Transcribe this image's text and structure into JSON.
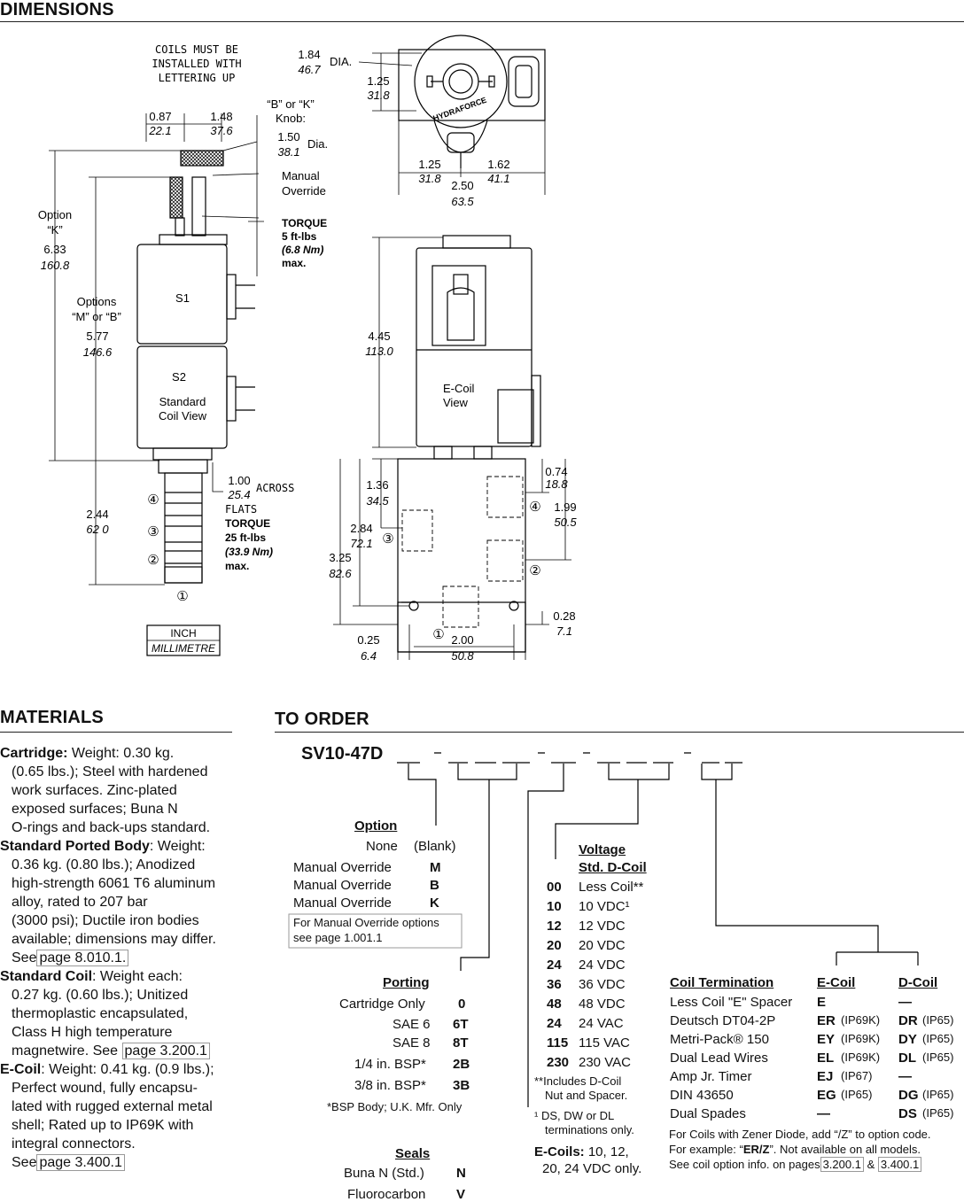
{
  "dimensions": {
    "heading": "DIMENSIONS",
    "coil_note": [
      "COILS MUST BE",
      "INSTALLED WITH",
      "LETTERING UP"
    ],
    "knob_label": [
      "“B” or “K”",
      "Knob:"
    ],
    "dim_087": "0.87",
    "dim_221": "22.1",
    "dim_148": "1.48",
    "dim_376": "37.6",
    "dim_150": "1.50",
    "dim_381": "38.1",
    "dia": "Dia.",
    "manual_override": [
      "Manual",
      "Override"
    ],
    "torque1": [
      "TORQUE",
      "5 ft-lbs",
      "(6.8 Nm)",
      "max."
    ],
    "option_k": [
      "Option",
      "“K”"
    ],
    "dim_633": "6.33",
    "dim_1608": "160.8",
    "options_mb": [
      "Options",
      "“M” or “B”"
    ],
    "dim_577": "5.77",
    "dim_1466": "146.6",
    "s1": "S1",
    "s2": "S2",
    "std_coil": [
      "Standard",
      "Coil View"
    ],
    "dim_100": "1.00",
    "dim_254": "25.4",
    "across": "ACROSS",
    "flats": "FLATS",
    "torque2": [
      "TORQUE",
      "25 ft-lbs",
      "(33.9 Nm)",
      "max."
    ],
    "dim_244": "2.44",
    "dim_620": "62 0",
    "port_4": "④",
    "port_3": "③",
    "port_2": "②",
    "port_1": "①",
    "units": [
      "INCH",
      "MILLIMETRE"
    ],
    "dim_184": "1.84",
    "dim_467": "46.7",
    "dia2": "DIA.",
    "dim_125a": "1.25",
    "dim_318a": "31.8",
    "hydraforce": "HYDRAFORCE",
    "dim_125b": "1.25",
    "dim_318b": "31.8",
    "dim_162": "1.62",
    "dim_411": "41.1",
    "dim_250": "2.50",
    "dim_635": "63.5",
    "dim_445": "4.45",
    "dim_1130": "113.0",
    "ecoil_view": [
      "E-Coil",
      "View"
    ],
    "dim_136": "1.36",
    "dim_345": "34.5",
    "dim_284": "2.84",
    "dim_721": "72.1",
    "dim_325": "3.25",
    "dim_826": "82.6",
    "dim_074": "0.74",
    "dim_188": "18.8",
    "dim_199": "1.99",
    "dim_505": "50.5",
    "dim_028": "0.28",
    "dim_71": "7.1",
    "dim_025": "0.25",
    "dim_64": "6.4",
    "dim_200": "2.00",
    "dim_508": "50.8"
  },
  "materials": {
    "heading": "MATERIALS",
    "cartridge_label": "Cartridge:",
    "cartridge_text1": " Weight: 0.30 kg.",
    "cartridge_lines": [
      "(0.65 lbs.); Steel with hardened",
      "work surfaces. Zinc-plated",
      "exposed surfaces; Buna N",
      "O-rings and back-ups standard."
    ],
    "body_label": "Standard Ported Body",
    "body_text1": ": Weight:",
    "body_lines": [
      "0.36 kg. (0.80 lbs.); Anodized",
      "high-strength 6061 T6 aluminum",
      "alloy, rated to 207 bar",
      "(3000 psi); Ductile iron bodies",
      "available; dimensions may differ."
    ],
    "see": "See",
    "body_page": "page 8.010.1.",
    "coil_label": "Standard Coil",
    "coil_text1": ": Weight each:",
    "coil_lines": [
      "0.27 kg. (0.60 lbs.); Unitized",
      "thermoplastic encapsulated,",
      "Class H high temperature"
    ],
    "coil_last": "magnetwire. See",
    "coil_page": "page 3.200.1",
    "ecoil_label": "E-Coil",
    "ecoil_text1": ": Weight: 0.41 kg. (0.9 lbs.);",
    "ecoil_lines": [
      "Perfect wound, fully encapsu-",
      "lated with rugged external metal",
      "shell; Rated up to IP69K with",
      "integral connectors."
    ],
    "ecoil_page": "page 3.400.1"
  },
  "order": {
    "heading": "TO ORDER",
    "model": "SV10-47D",
    "option_title": "Option",
    "option_rows": [
      [
        "None",
        "(Blank)"
      ],
      [
        "Manual Override",
        "M"
      ],
      [
        "Manual Override",
        "B"
      ],
      [
        "Manual Override",
        "K"
      ]
    ],
    "option_note": [
      "For Manual Override options",
      "see page 1.001.1"
    ],
    "porting_title": "Porting",
    "porting_rows": [
      [
        "Cartridge Only",
        "0"
      ],
      [
        "SAE 6",
        "6T"
      ],
      [
        "SAE 8",
        "8T"
      ],
      [
        "1/4 in. BSP*",
        "2B"
      ],
      [
        "3/8 in. BSP*",
        "3B"
      ]
    ],
    "porting_note": "*BSP Body; U.K. Mfr. Only",
    "seals_title": "Seals",
    "seals_rows": [
      [
        "Buna N (Std.)",
        "N"
      ],
      [
        "Fluorocarbon",
        "V"
      ]
    ],
    "voltage_title": [
      "Voltage",
      "Std. D-Coil"
    ],
    "voltage_rows": [
      [
        "00",
        "Less Coil**"
      ],
      [
        "10",
        "10 VDC¹"
      ],
      [
        "12",
        "12 VDC"
      ],
      [
        "20",
        "20 VDC"
      ],
      [
        "24",
        "24 VDC"
      ],
      [
        "36",
        "36 VDC"
      ],
      [
        "48",
        "48 VDC"
      ],
      [
        "24",
        "24 VAC"
      ],
      [
        "115",
        "115 VAC"
      ],
      [
        "230",
        "230 VAC"
      ]
    ],
    "voltage_note1": [
      "**Includes D-Coil",
      "Nut and Spacer."
    ],
    "voltage_note2": [
      "¹ DS, DW or DL",
      "terminations only."
    ],
    "ecoils_label": "E-Coils:",
    "ecoils_text": [
      " 10, 12,",
      "20, 24 VDC only."
    ],
    "term_title": "Coil Termination",
    "ecoil_col": "E-Coil",
    "dcoil_col": "D-Coil",
    "term_rows": [
      [
        "Less Coil \"E\" Spacer",
        "E",
        "",
        "—",
        ""
      ],
      [
        "Deutsch DT04-2P",
        "ER",
        "(IP69K)",
        "DR",
        "(IP65)"
      ],
      [
        "Metri-Pack® 150",
        "EY",
        "(IP69K)",
        "DY",
        "(IP65)"
      ],
      [
        "Dual Lead Wires",
        "EL",
        "(IP69K)",
        "DL",
        "(IP65)"
      ],
      [
        "Amp Jr. Timer",
        "EJ",
        "(IP67)",
        "—",
        ""
      ],
      [
        "DIN 43650",
        "EG",
        "(IP65)",
        "DG",
        "(IP65)"
      ],
      [
        "Dual Spades",
        "—",
        "",
        "DS",
        "(IP65)"
      ]
    ],
    "zener_1": "For Coils with Zener Diode, add “/Z” to option code.",
    "zener_2a": "For example: “",
    "zener_2b": "ER/Z",
    "zener_2c": "”. Not available on all models.",
    "zener_3": "See coil option info. on pages",
    "zener_p1": "3.200.1",
    "zener_amp": "&",
    "zener_p2": "3.400.1"
  }
}
